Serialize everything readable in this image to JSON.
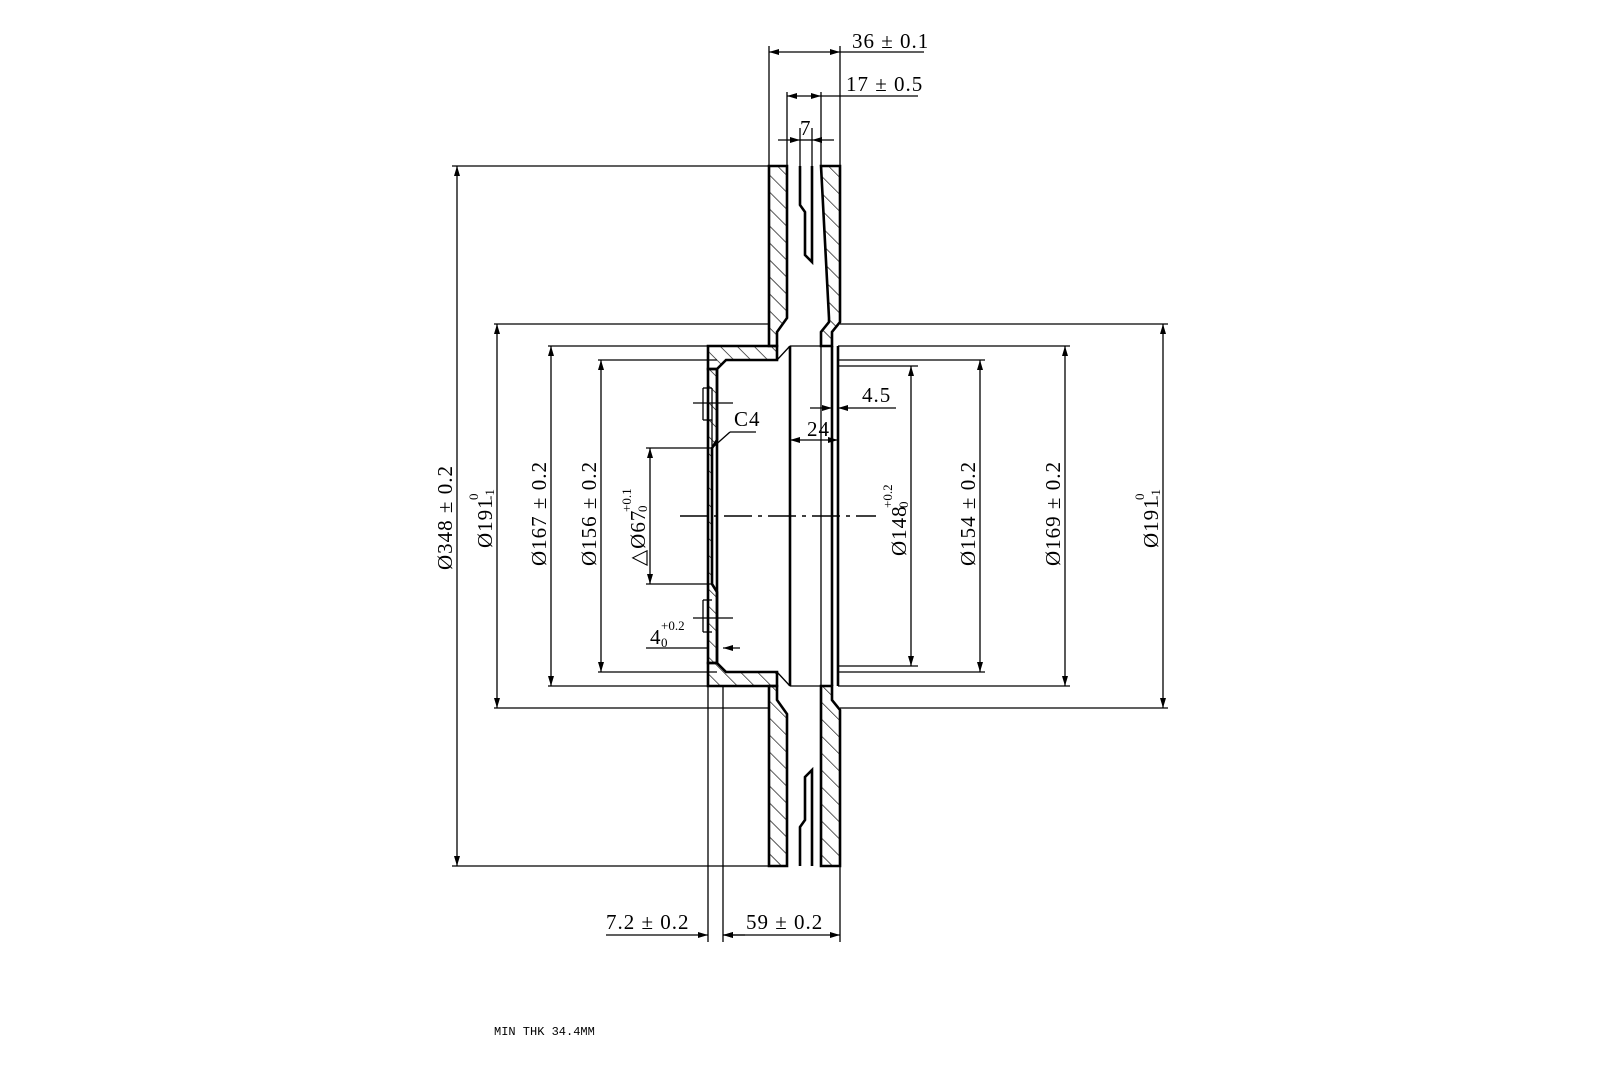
{
  "drawing": {
    "dims": {
      "width_total": "36 ± 0.1",
      "width_between_plates": "17 ± 0.5",
      "vane_gap": "7",
      "dia_outer": "Ø348 ± 0.2",
      "dia_191_left_base": "Ø191",
      "dia_191_left_sup": "0",
      "dia_191_left_sub": "-1",
      "dia_167": "Ø167 ± 0.2",
      "dia_156": "Ø156 ± 0.2",
      "dia_67_base": "△Ø67",
      "dia_67_sup": "+0.1",
      "dia_67_sub": "0",
      "chamfer": "C4",
      "hub_4_base": "4",
      "hub_4_sup": "+0.2",
      "hub_4_sub": "0",
      "hat_offset": "4.5",
      "hat_depth": "24",
      "dia_148_base": "Ø148",
      "dia_148_sup": "+0.2",
      "dia_148_sub": "0",
      "dia_154": "Ø154 ± 0.2",
      "dia_169": "Ø169 ± 0.2",
      "dia_191_right_base": "Ø191",
      "dia_191_right_sup": "0",
      "dia_191_right_sub": "-1",
      "flange_thickness": "7.2 ± 0.2",
      "hat_height": "59 ± 0.2"
    },
    "note": "MIN THK 34.4MM"
  }
}
